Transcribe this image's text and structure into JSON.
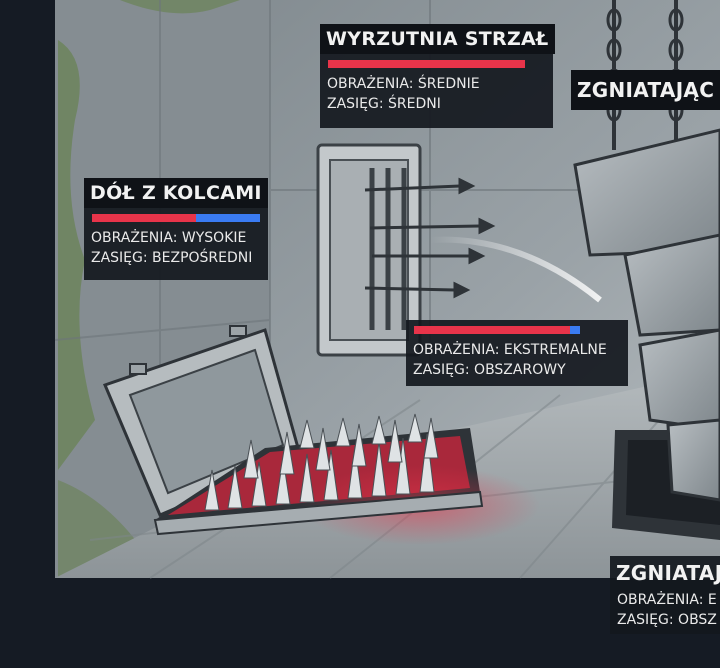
{
  "traps": {
    "arrow": {
      "title": "WYRZUTNIA STRZAŁ",
      "damage_label": "OBRAŻENIA: ŚREDNIE",
      "range_label": "ZASIĘG: ŚREDNI",
      "damage_level": 1.0
    },
    "spike_pit": {
      "title": "DÓŁ Z KOLCAMI",
      "damage_label": "OBRAŻENIA: WYSOKIE",
      "range_label": "ZASIĘG: BEZPOŚREDNI",
      "damage_level": 0.62
    },
    "crusher_top": {
      "title": "ZGNIATAJĄC"
    },
    "crusher_stats": {
      "damage_label": "OBRAŻENIA: EKSTREMALNE",
      "range_label": "ZASIĘG: OBSZAROWY",
      "damage_level": 0.94
    },
    "crusher_bottom": {
      "title": "ZGNIATAJ",
      "damage_label": "OBRAŻENIA: E",
      "range_label": "ZASIĘG: OBSZ"
    }
  },
  "colors": {
    "damage_red": "#e8344a",
    "damage_blue": "#3a7bf2",
    "wall": "#8f979c",
    "floor": "#a2a9ad",
    "moss": "#5f7f3e",
    "blood": "#c8263c",
    "background": "#151b24"
  },
  "icons": [
    "arrow-launcher-icon",
    "spike-pit-icon",
    "crusher-block-icon",
    "chain-icon"
  ]
}
